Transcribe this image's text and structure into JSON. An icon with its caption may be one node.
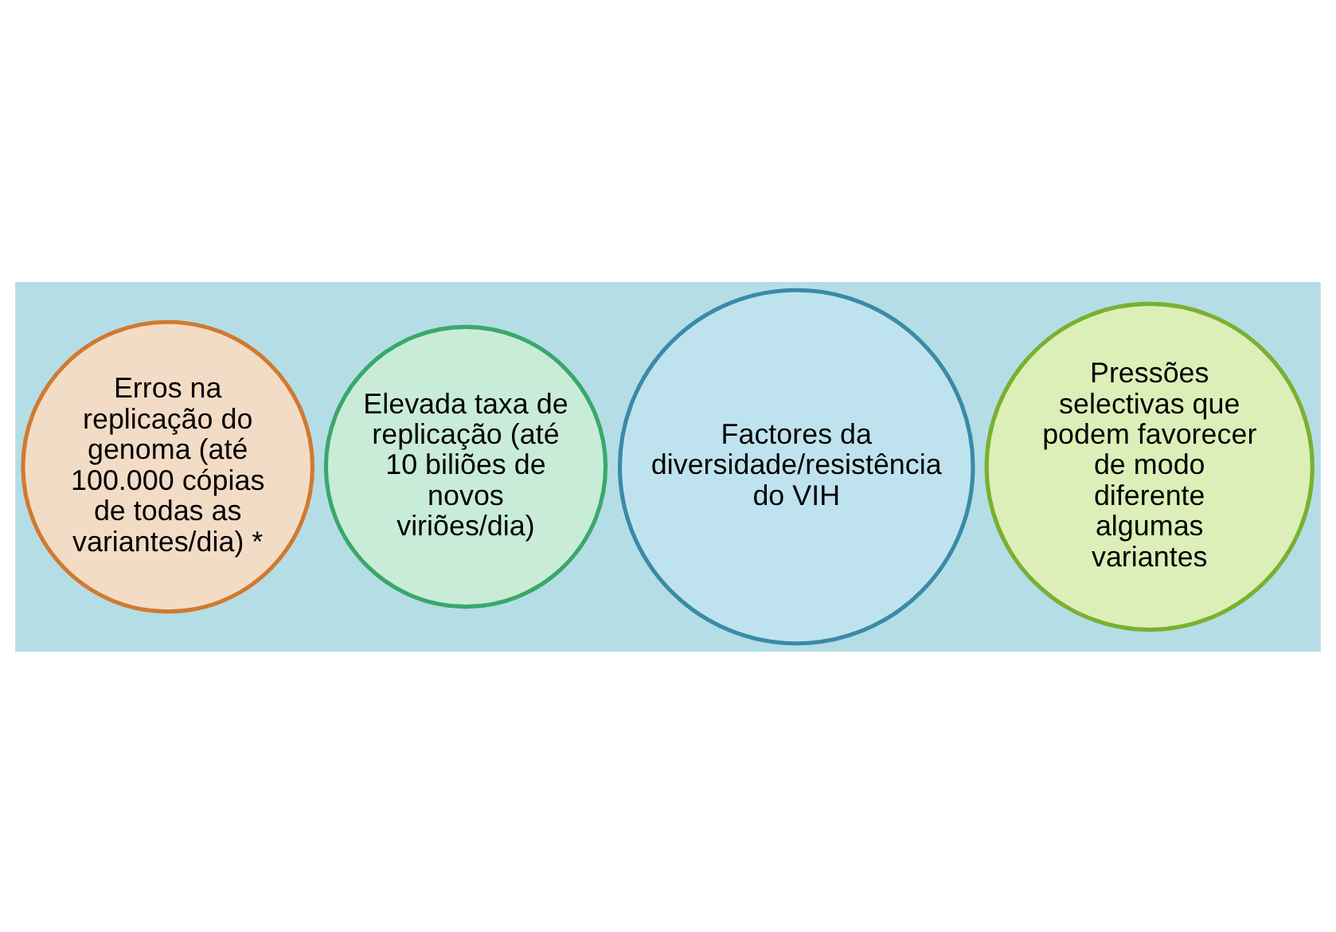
{
  "diagram": {
    "nodes": [
      {
        "text": [
          "Elevada taxa de replicação (até 10 biliões de novos viriões/dia)"
        ]
      },
      {
        "text": [
          "Factores da diversidade/resistência do VIH"
        ]
      },
      {
        "text": [
          "Erros na replicação do genoma (até 100.000 cópias de todas as variantes/dia) *"
        ]
      },
      {
        "text": [
          "Pressões selectivas que podem favorecer de modo diferente algumas variantes"
        ]
      }
    ],
    "edges": []
  }
}
